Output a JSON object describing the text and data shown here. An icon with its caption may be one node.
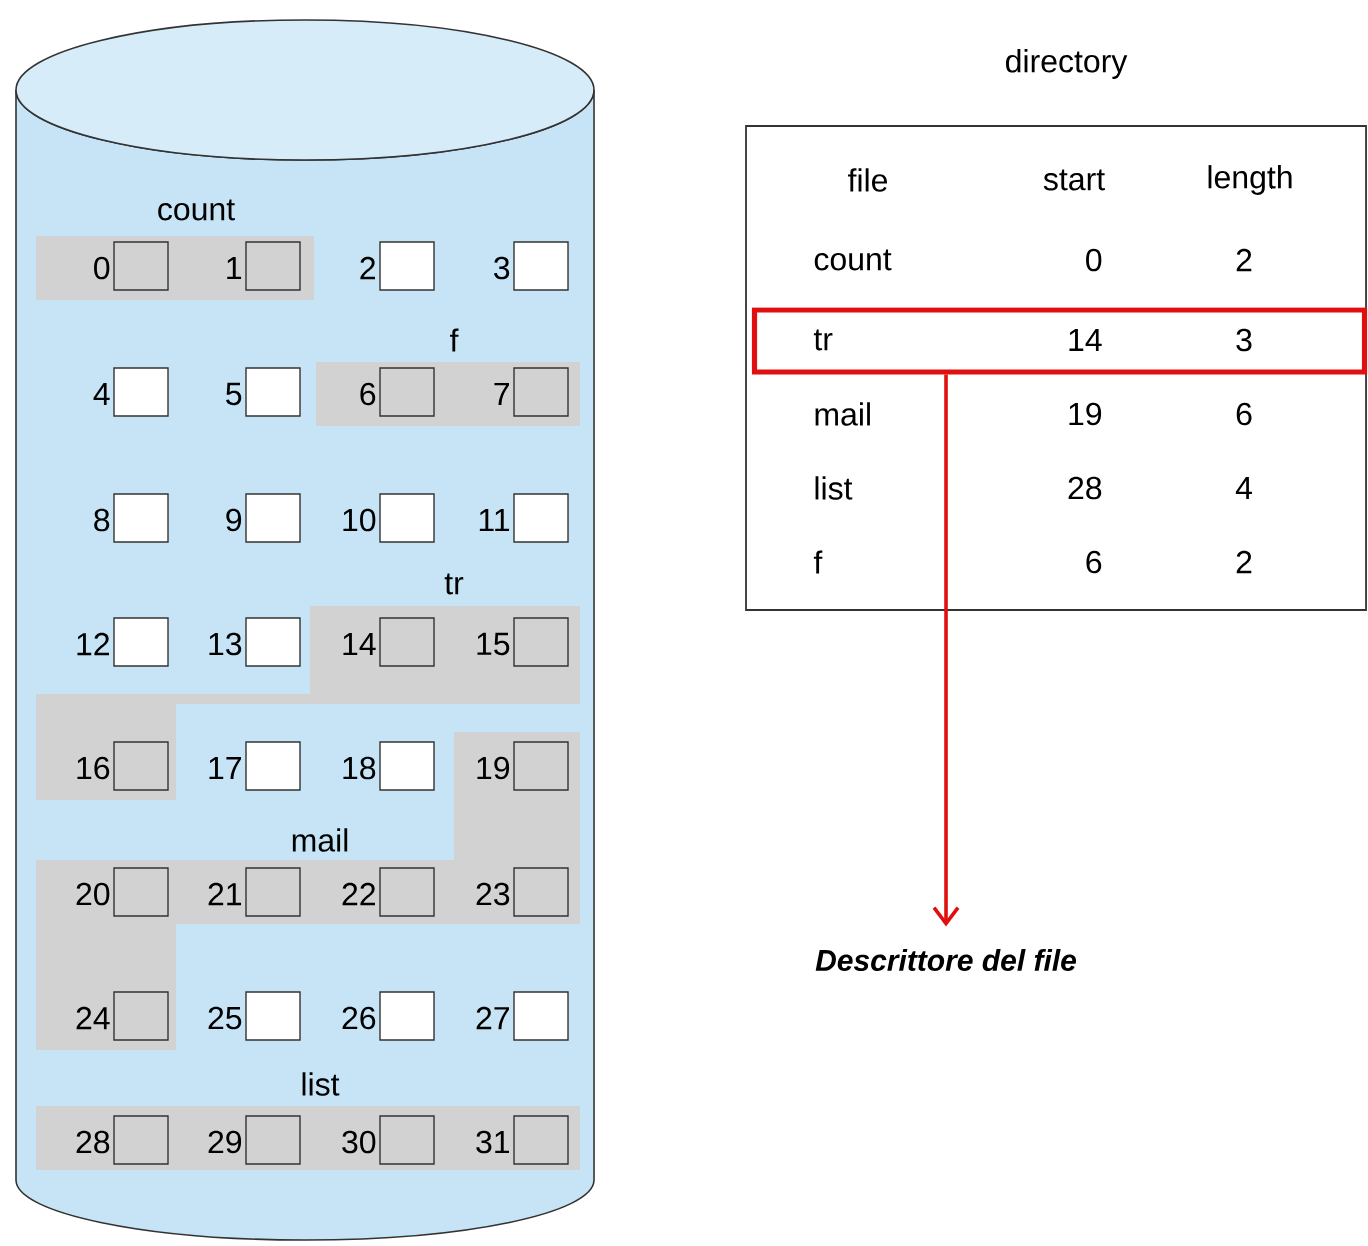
{
  "diagram": {
    "nodes": [
      {
        "text": [],
        "shape": "cylinder"
      },
      {
        "text": [
          "directory"
        ]
      },
      {
        "text": [],
        "shape": "box",
        "in": 1
      },
      {
        "text": [
          "*Descrittore del file*"
        ]
      }
    ],
    "edges": [
      {
        "from": 2,
        "to": 3,
        "arrow": "to",
        "color": "#e01010"
      }
    ],
    "labels": [
      "count",
      "0",
      "1",
      "2",
      "3",
      "f",
      "4",
      "5",
      "6",
      "7",
      "8",
      "9",
      "10",
      "11",
      "tr",
      "12",
      "13",
      "14",
      "15",
      "16",
      "17",
      "18",
      "19",
      "mail",
      "20",
      "21",
      "22",
      "23",
      "24",
      "25",
      "26",
      "27",
      "list",
      "28",
      "29",
      "30",
      "31",
      "file",
      "start",
      "length",
      "count",
      "0",
      "2",
      "tr",
      "14",
      "3",
      "mail",
      "19",
      "6",
      "list",
      "28",
      "4",
      "f",
      "6",
      "2"
    ]
  }
}
